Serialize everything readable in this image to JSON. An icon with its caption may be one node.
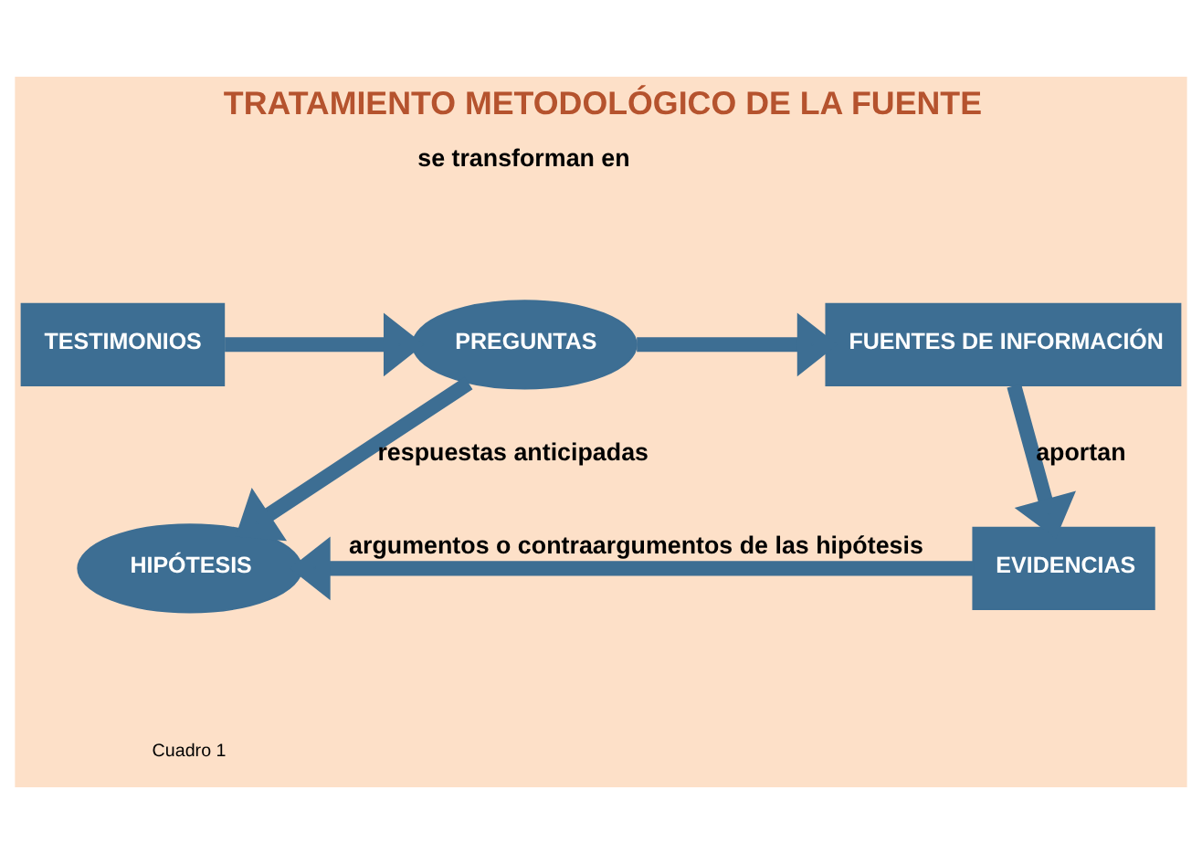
{
  "diagram": {
    "title": "TRATAMIENTO METODOLÓGICO DE LA FUENTE",
    "nodes": [
      {
        "text": [
          "TESTIMONIOS"
        ]
      },
      {
        "text": [
          "PREGUNTAS"
        ]
      },
      {
        "text": [
          "FUENTES DE INFORMACIÓN"
        ]
      },
      {
        "text": [
          "HIPÓTESIS"
        ]
      },
      {
        "text": [
          "EVIDENCIAS"
        ]
      }
    ],
    "edges": [
      {
        "from": 0,
        "to": 1,
        "arrow": "to"
      },
      {
        "from": 1,
        "to": 2,
        "arrow": "to"
      },
      {
        "from": 1,
        "to": 3,
        "arrow": "to",
        "label": "respuestas anticipadas"
      },
      {
        "from": 2,
        "to": 4,
        "arrow": "to",
        "label": "aportan"
      },
      {
        "from": 4,
        "to": 3,
        "arrow": "to",
        "label": "argumentos o contraargumentos de las hipótesis"
      }
    ],
    "labels": [
      "se transforman en",
      "Cuadro 1"
    ]
  }
}
